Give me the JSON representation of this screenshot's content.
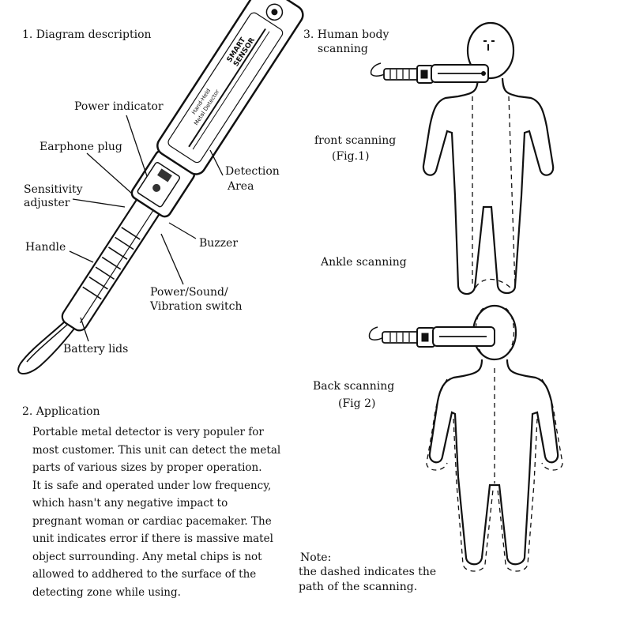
{
  "sections": {
    "diagram_heading": "1. Diagram description",
    "human_heading_line1": "3. Human body",
    "human_heading_line2": "scanning",
    "application_heading": "2. Application"
  },
  "device": {
    "brand_line1": "SMART",
    "brand_line2": "SENSOR",
    "model_line1": "Hand-Held",
    "model_line2": "Metal Detector"
  },
  "callouts": {
    "power_indicator": "Power indicator",
    "earphone_plug": "Earphone plug",
    "sensitivity_line1": "Sensitivity",
    "sensitivity_line2": "adjuster",
    "handle": "Handle",
    "battery_lids": "Battery lids",
    "detection_line1": "Detection",
    "detection_line2": "Area",
    "buzzer": "Buzzer",
    "switch_line1": "Power/Sound/",
    "switch_line2": "Vibration switch"
  },
  "figures": {
    "front_scanning": "front scanning",
    "fig1": "(Fig.1)",
    "ankle_scanning": "Ankle scanning",
    "back_scanning": "Back scanning",
    "fig2": "(Fig 2)"
  },
  "application_lines": [
    "Portable metal detector is very populer for",
    "most customer. This unit can detect the metal",
    "parts of various sizes by proper operation.",
    "It is safe and operated under low frequency,",
    "which hasn't any negative impact  to",
    "pregnant woman or cardiac pacemaker. The",
    "unit indicates error if there is massive matel",
    "object surrounding. Any metal chips is not",
    "allowed to addhered to the surface of the",
    "detecting zone while using."
  ],
  "note": {
    "title": "Note:",
    "line1": "the dashed indicates the",
    "line2": "path of the scanning."
  }
}
